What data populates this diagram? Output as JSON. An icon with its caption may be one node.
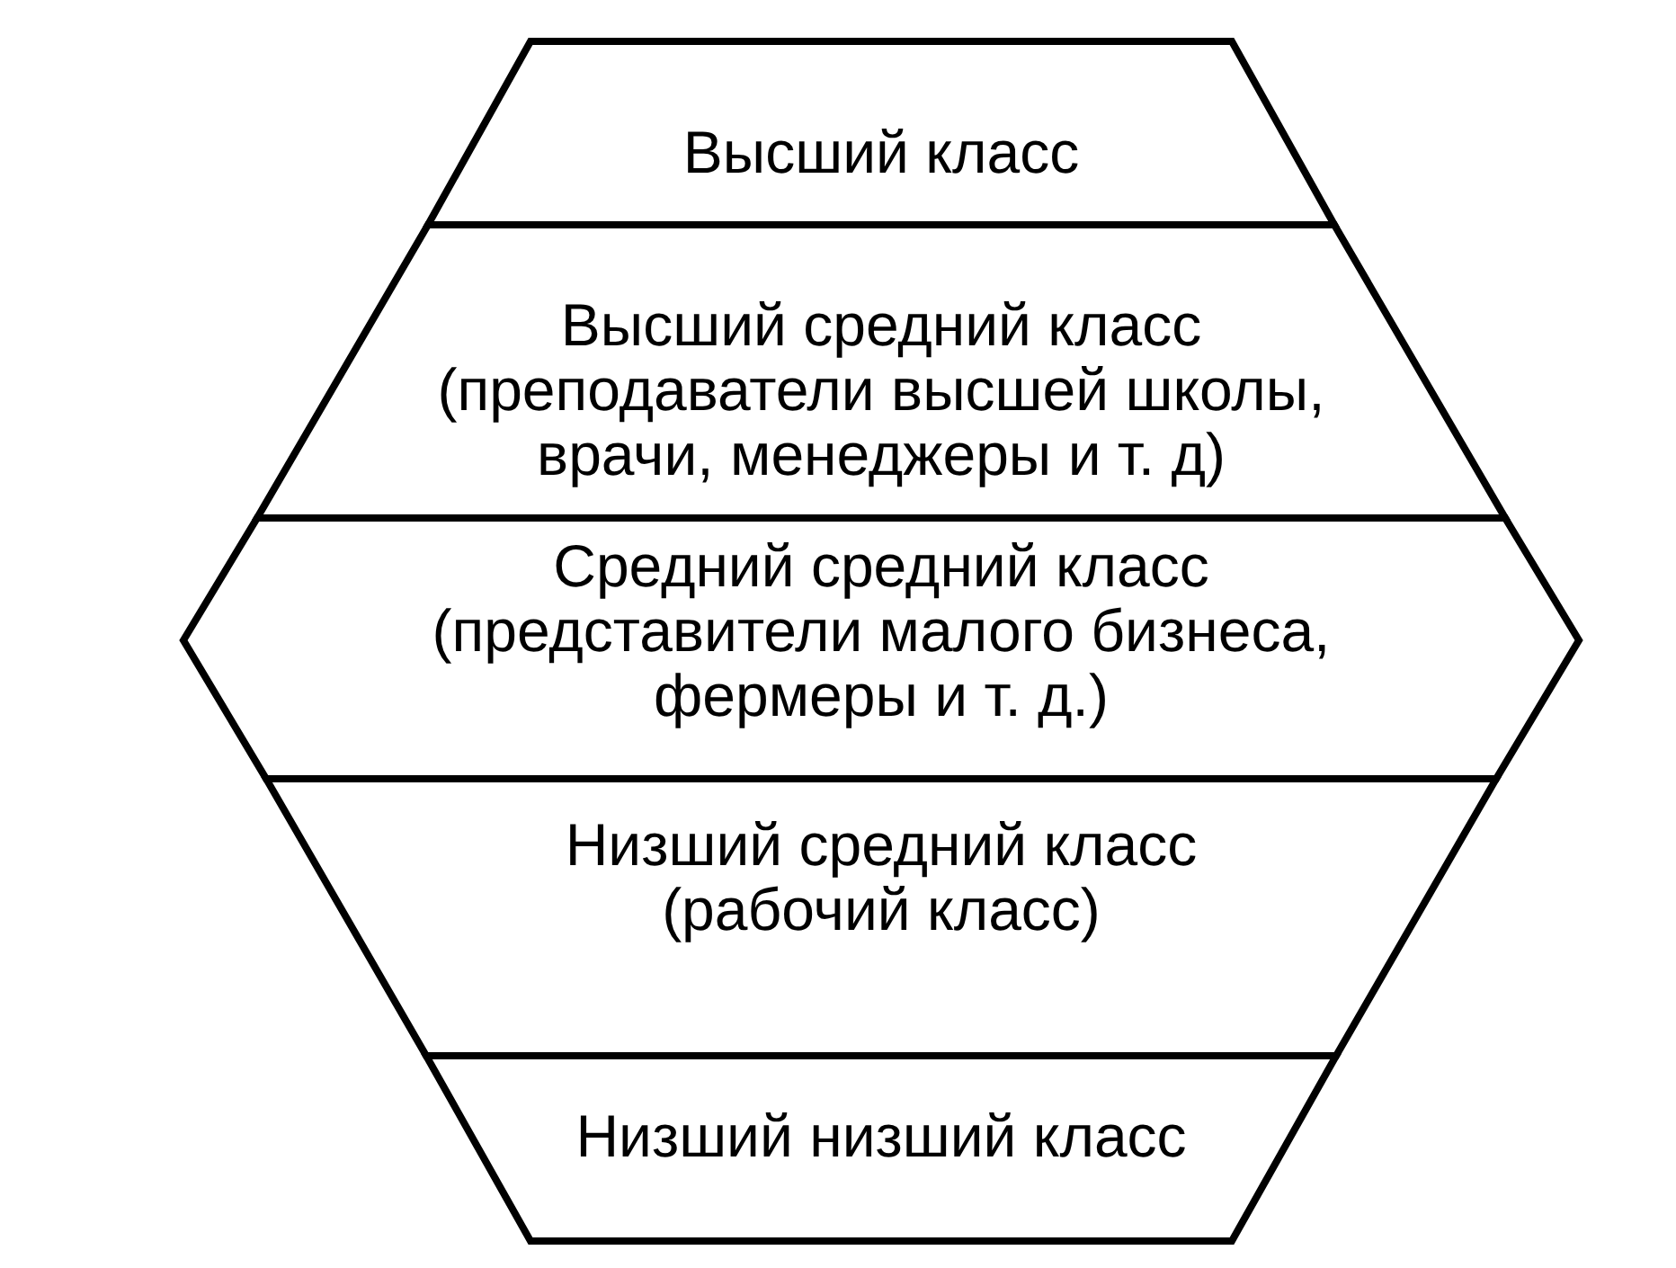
{
  "diagram": {
    "nodes": [
      {
        "text": [
          "Высший класс"
        ]
      },
      {
        "text": [
          "Высший средний класс",
          "(преподаватели высшей школы, врачи, менеджеры и т. д)"
        ]
      },
      {
        "text": [
          "Средний средний класс",
          "(представители малого бизнеса, фермеры и т. д.)"
        ]
      },
      {
        "text": [
          "Низший средний класс",
          "(рабочий класс)"
        ]
      },
      {
        "text": [
          "Низший низший класс"
        ]
      }
    ]
  }
}
